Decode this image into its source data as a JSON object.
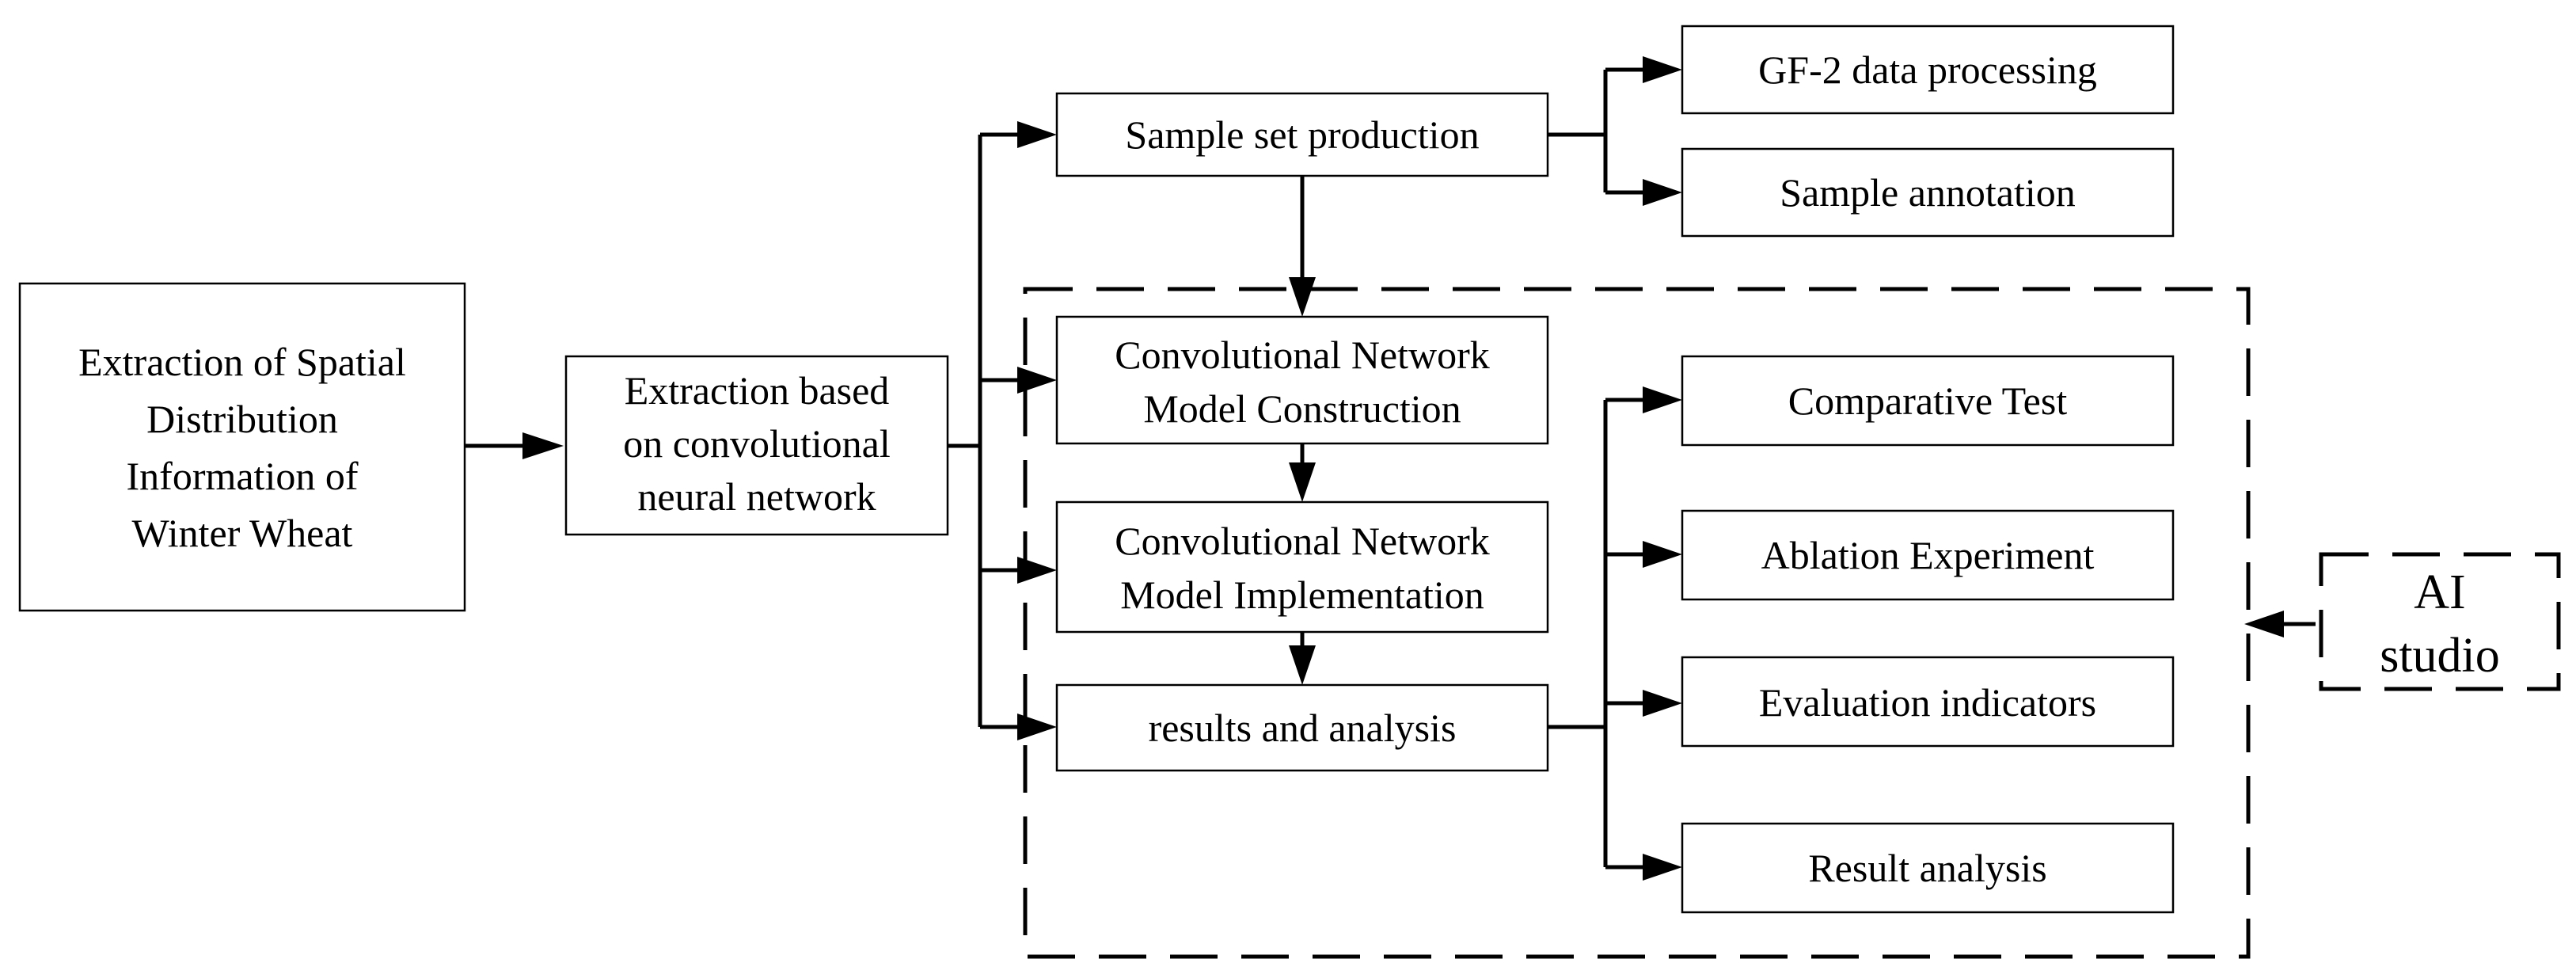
{
  "nodes": {
    "root_lines": [
      "Extraction of Spatial",
      "Distribution",
      "Information of",
      "Winter Wheat"
    ],
    "cnn_lines": [
      "Extraction based",
      "on convolutional",
      "neural network"
    ],
    "sample_set": "Sample set production",
    "gf2": "GF-2 data processing",
    "annotation": "Sample annotation",
    "construction_lines": [
      "Convolutional Network",
      "Model Construction"
    ],
    "implementation_lines": [
      "Convolutional Network",
      "Model Implementation"
    ],
    "results": "results and analysis",
    "comparative": "Comparative Test",
    "ablation": "Ablation Experiment",
    "evaluation": "Evaluation indicators",
    "result_analysis": "Result analysis",
    "ai_studio_lines": [
      "AI",
      "studio"
    ]
  }
}
